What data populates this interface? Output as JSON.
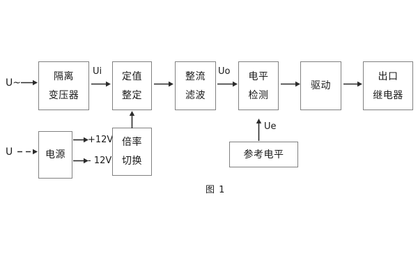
{
  "diagram": {
    "caption": "图 1",
    "blocks": [
      {
        "id": "isolation-transformer",
        "lines": [
          "隔离",
          "变压器"
        ]
      },
      {
        "id": "setting-value",
        "lines": [
          "定值",
          "整定"
        ]
      },
      {
        "id": "rectifier-filter",
        "lines": [
          "整流",
          "滤波"
        ]
      },
      {
        "id": "level-detection",
        "lines": [
          "电平",
          "检测"
        ]
      },
      {
        "id": "driver",
        "lines": [
          "驱动"
        ]
      },
      {
        "id": "output-relay",
        "lines": [
          "出口",
          "继电器"
        ]
      },
      {
        "id": "power-supply",
        "lines": [
          "电源"
        ]
      },
      {
        "id": "multiplier-switch",
        "lines": [
          "倍率",
          "切换"
        ]
      },
      {
        "id": "reference-level",
        "lines": [
          "参考电平"
        ]
      }
    ],
    "signals": {
      "input_ac": "U~",
      "input_dc": "U",
      "ui": "Ui",
      "uo": "Uo",
      "ue": "Ue",
      "rail_positive": "+12V",
      "rail_negative": "- 12V"
    },
    "colors": {
      "stroke": "#808080",
      "text": "#1a1a1a",
      "arrow": "#2b2b2b",
      "background": "#ffffff"
    }
  }
}
